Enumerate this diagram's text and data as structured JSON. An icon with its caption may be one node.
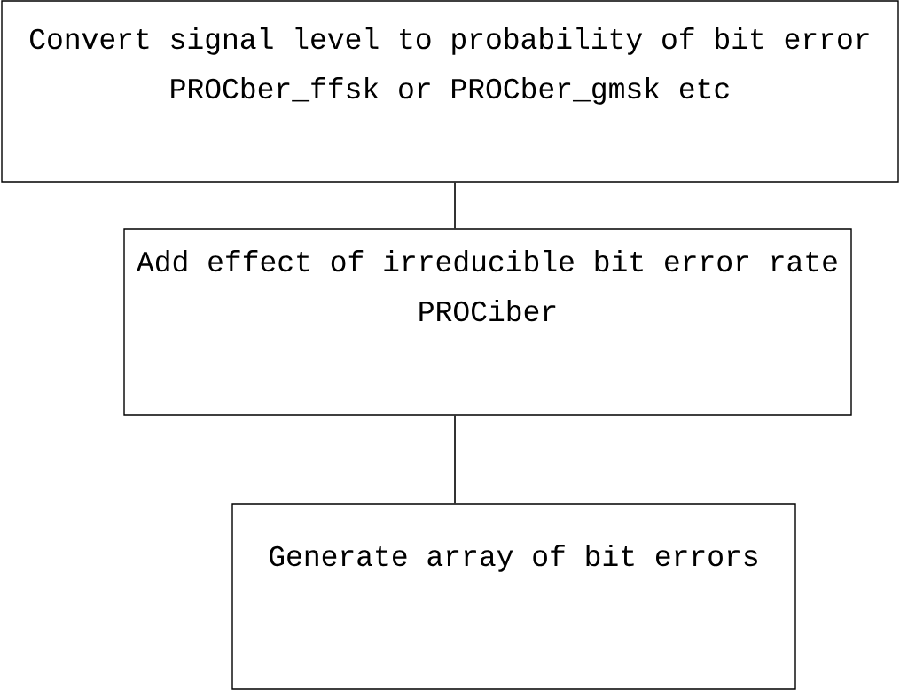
{
  "diagram": {
    "nodes": [
      {
        "text": [
          "Convert signal level to probability of bit error",
          "PROCber_ffsk or PROCber_gmsk etc"
        ]
      },
      {
        "text": [
          "Add effect of irreducible bit error rate",
          "PROCiber"
        ]
      },
      {
        "text": [
          "Generate array of bit errors"
        ]
      }
    ],
    "edges": [
      {
        "from": 0,
        "to": 1,
        "arrow": "none"
      },
      {
        "from": 1,
        "to": 2,
        "arrow": "none"
      }
    ]
  }
}
